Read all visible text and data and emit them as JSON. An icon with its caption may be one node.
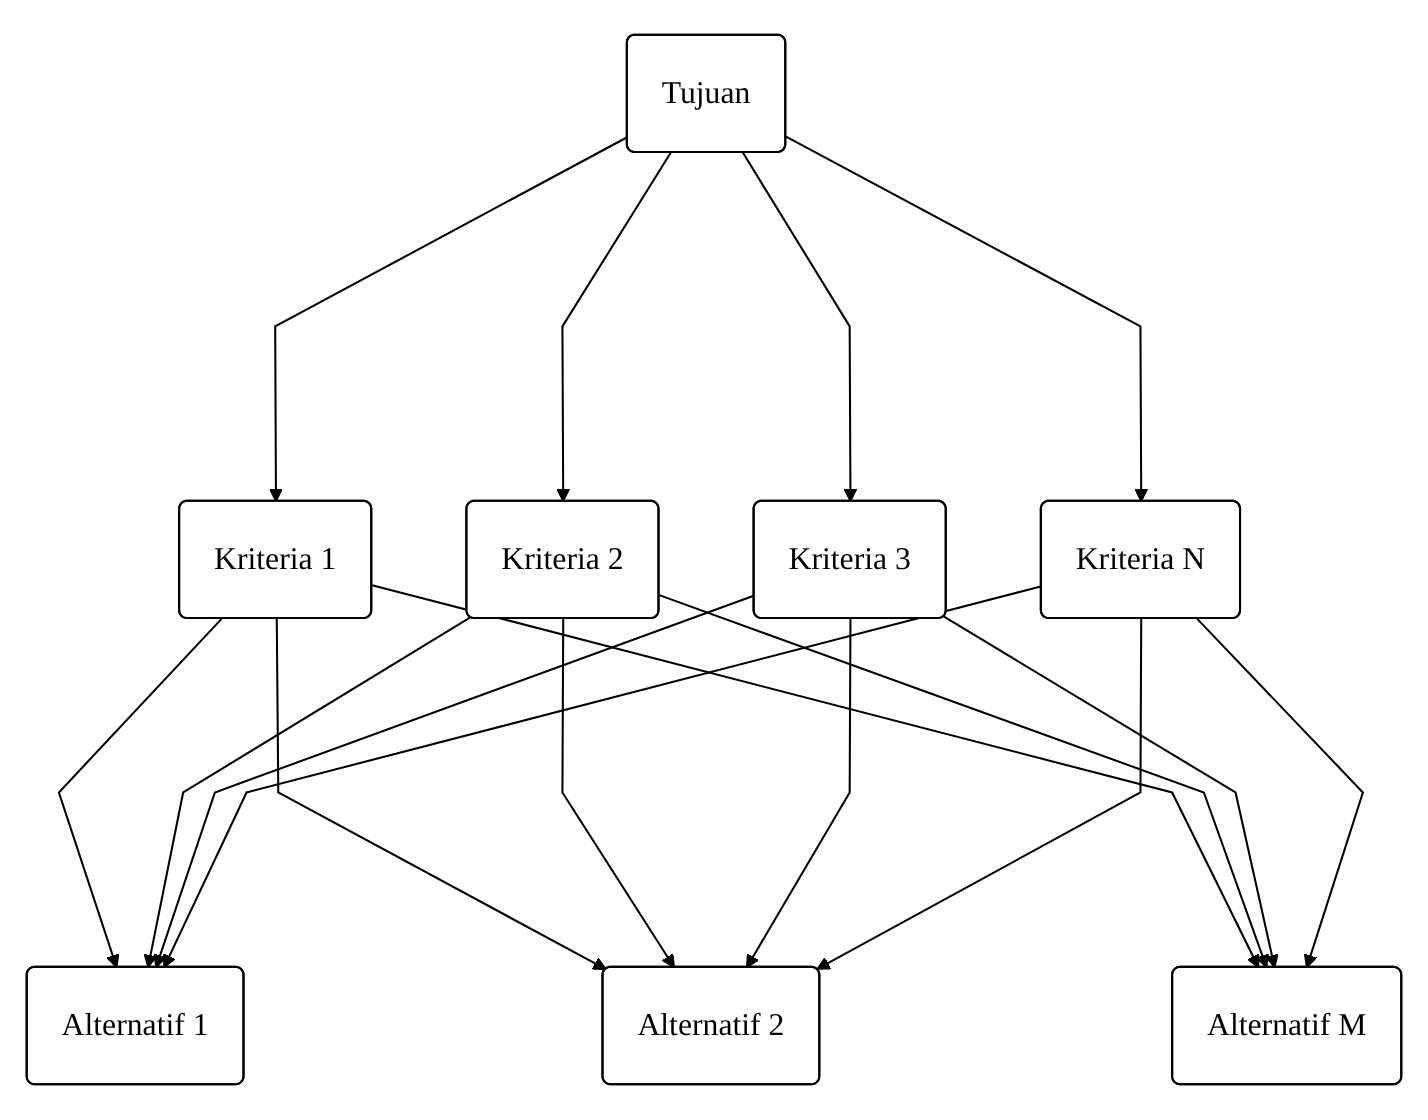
{
  "diagram": {
    "nodes": [
      {
        "text": [
          "Tujuan"
        ]
      },
      {
        "text": [
          "Kriteria 1"
        ]
      },
      {
        "text": [
          "Kriteria 2"
        ]
      },
      {
        "text": [
          "Kriteria 3"
        ]
      },
      {
        "text": [
          "Kriteria N"
        ]
      },
      {
        "text": [
          "Alternatif 1"
        ]
      },
      {
        "text": [
          "Alternatif 2"
        ]
      },
      {
        "text": [
          "Alternatif M"
        ]
      }
    ],
    "edges": [
      {
        "from": 0,
        "to": 1,
        "arrow": "to"
      },
      {
        "from": 0,
        "to": 2,
        "arrow": "to"
      },
      {
        "from": 0,
        "to": 3,
        "arrow": "to"
      },
      {
        "from": 0,
        "to": 4,
        "arrow": "to"
      },
      {
        "from": 1,
        "to": 5,
        "arrow": "to"
      },
      {
        "from": 1,
        "to": 6,
        "arrow": "to"
      },
      {
        "from": 1,
        "to": 7,
        "arrow": "to"
      },
      {
        "from": 2,
        "to": 5,
        "arrow": "to"
      },
      {
        "from": 2,
        "to": 6,
        "arrow": "to"
      },
      {
        "from": 2,
        "to": 7,
        "arrow": "to"
      },
      {
        "from": 3,
        "to": 5,
        "arrow": "to"
      },
      {
        "from": 3,
        "to": 6,
        "arrow": "to"
      },
      {
        "from": 3,
        "to": 7,
        "arrow": "to"
      },
      {
        "from": 4,
        "to": 5,
        "arrow": "to"
      },
      {
        "from": 4,
        "to": 6,
        "arrow": "to"
      },
      {
        "from": 4,
        "to": 7,
        "arrow": "to"
      }
    ]
  }
}
